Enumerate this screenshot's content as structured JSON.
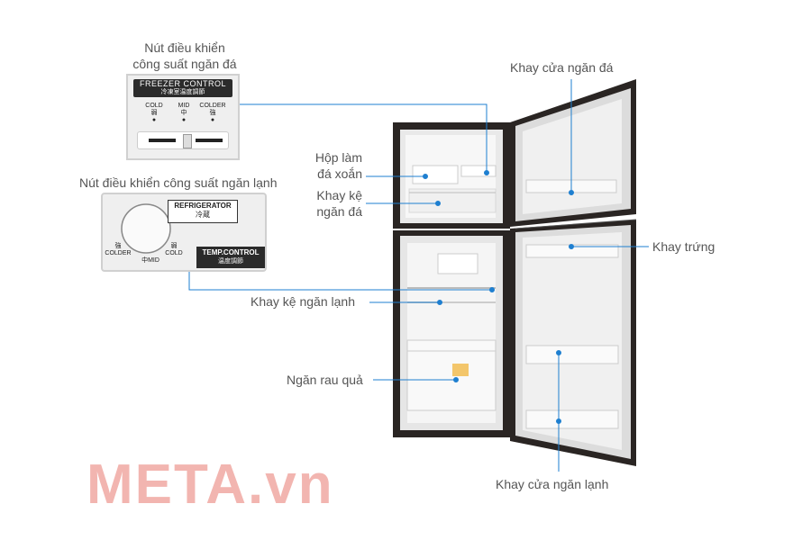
{
  "callouts": {
    "freezer_control": [
      "Nút điều khiển",
      "công suất ngăn đá"
    ],
    "freezer_door_tray": "Khay cửa ngăn đá",
    "ice_box": [
      "Hộp làm",
      "đá xoắn"
    ],
    "freezer_shelf": [
      "Khay kệ",
      "ngăn đá"
    ],
    "fridge_control": "Nút điều khiển công suất ngăn lạnh",
    "egg_tray": "Khay trứng",
    "fridge_shelf": "Khay kệ ngăn lạnh",
    "vegetable_drawer": "Ngăn rau quả",
    "fridge_door_tray": "Khay cửa ngăn lạnh"
  },
  "freezer_panel": {
    "title": "FREEZER CONTROL",
    "subtitle": "冷凍室温度調節",
    "settings": [
      {
        "label": "COLD",
        "sub": "弱"
      },
      {
        "label": "MID",
        "sub": "中"
      },
      {
        "label": "COLDER",
        "sub": "強"
      }
    ]
  },
  "fridge_panel": {
    "title": "REFRIGERATOR",
    "subtitle": "冷蔵",
    "temp_title": "TEMP.CONTROL",
    "temp_subtitle": "温度調節",
    "settings": [
      {
        "label": "COLDER",
        "sub": "強"
      },
      {
        "label": "MID",
        "sub": "中"
      },
      {
        "label": "COLD",
        "sub": "弱"
      }
    ]
  },
  "brand": "META.vn",
  "colors": {
    "leader_line": "#1e7fd0",
    "fridge_body": "#2a2523",
    "interior": "#f4f4f4",
    "brand": "#f2b5b0"
  }
}
